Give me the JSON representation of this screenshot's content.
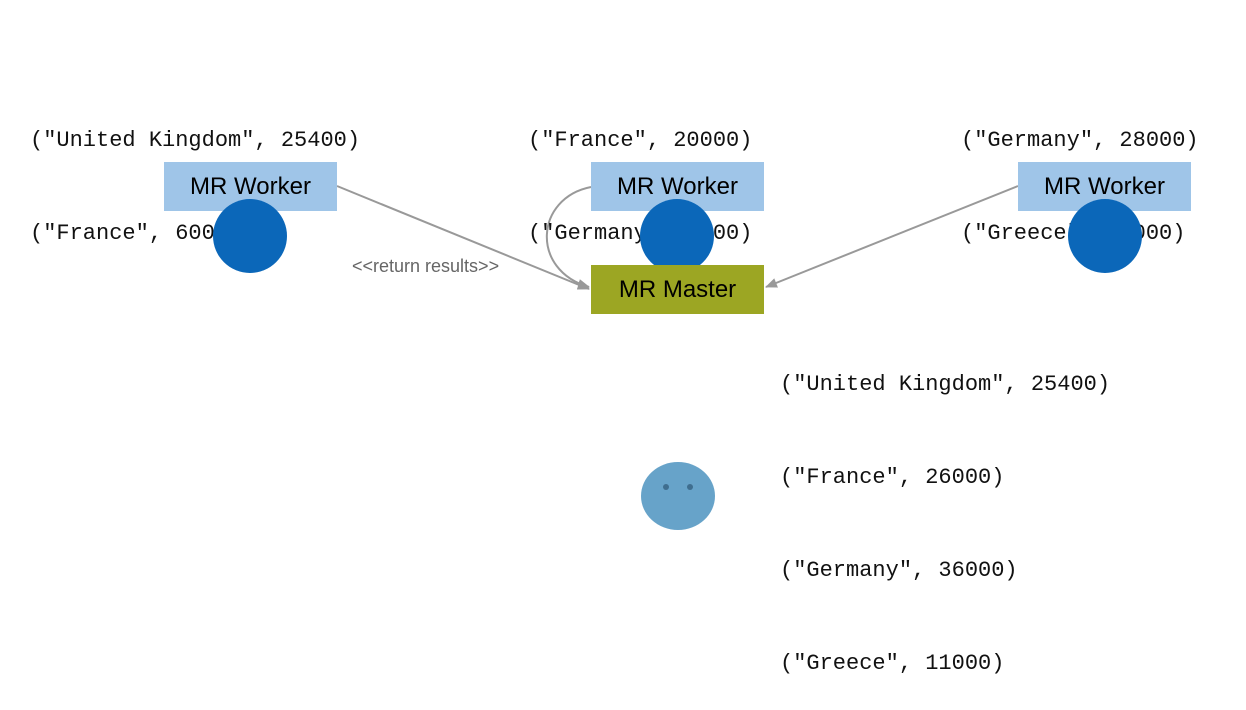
{
  "workers": [
    {
      "label": "MR Worker",
      "results": [
        "(\"United Kingdom\", 25400)",
        "(\"France\", 6000)"
      ]
    },
    {
      "label": "MR Worker",
      "results": [
        "(\"France\", 20000)",
        "(\"Germany\", 8000)"
      ]
    },
    {
      "label": "MR Worker",
      "results": [
        "(\"Germany\", 28000)",
        "(\"Greece\", 11000)"
      ]
    }
  ],
  "master": {
    "label": "MR Master",
    "results": [
      "(\"United Kingdom\", 25400)",
      "(\"France\", 26000)",
      "(\"Germany\", 36000)",
      "(\"Greece\", 11000)"
    ]
  },
  "edge_label": "<<return results>>",
  "colors": {
    "worker_box": "#9fc5e8",
    "worker_dot": "#0b67b9",
    "master_box": "#9ca623",
    "user": "#67a3c9",
    "arrow": "#999999"
  }
}
